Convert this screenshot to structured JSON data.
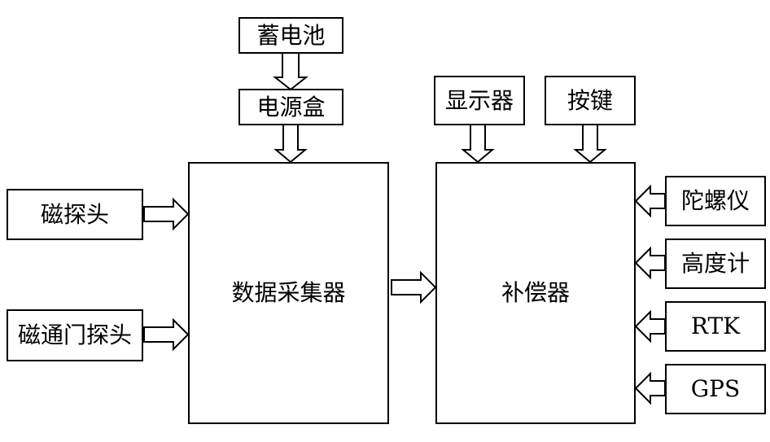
{
  "diagram": {
    "battery": "蓄电池",
    "power_box": "电源盒",
    "data_collector": "数据采集器",
    "mag_probe": "磁探头",
    "fluxgate_probe": "磁通门探头",
    "display": "显示器",
    "keys": "按键",
    "compensator": "补偿器",
    "gyroscope": "陀螺仪",
    "altimeter": "高度计",
    "rtk": "RTK",
    "gps": "GPS"
  }
}
